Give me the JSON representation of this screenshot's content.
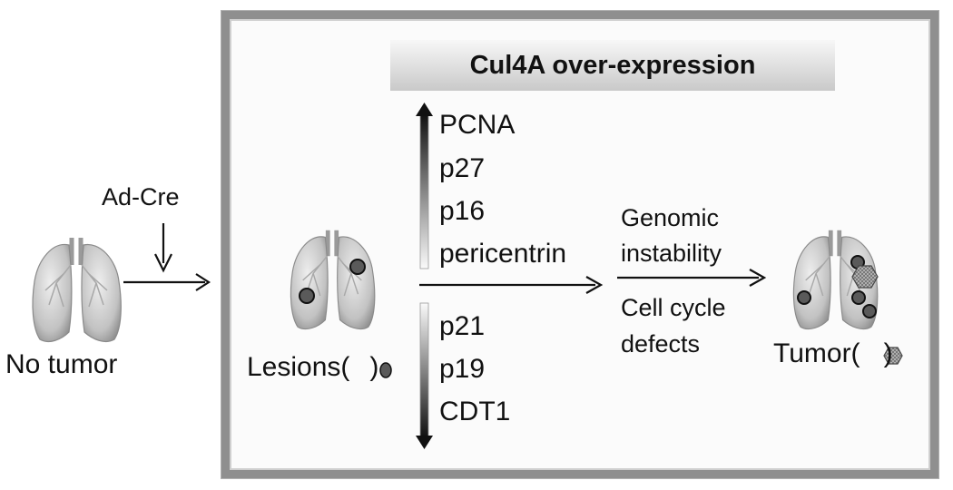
{
  "banner": {
    "title": "Cul4A over-expression"
  },
  "left": {
    "treatment": "Ad-Cre",
    "caption": "No tumor"
  },
  "middle": {
    "caption_prefix": "Lesions(",
    "caption_suffix": ")",
    "up_markers": [
      "PCNA",
      "p27",
      "p16",
      "pericentrin"
    ],
    "down_markers": [
      "p21",
      "p19",
      "CDT1"
    ]
  },
  "transition": {
    "top_lines": [
      "Genomic",
      "instability"
    ],
    "bottom_lines": [
      "Cell cycle",
      "defects"
    ]
  },
  "right": {
    "caption_prefix": "Tumor(",
    "caption_suffix": ")"
  },
  "icons": {
    "lung": "lungs-icon",
    "lesion": "lesion-dot-icon",
    "tumor": "tumor-hexagon-icon"
  }
}
